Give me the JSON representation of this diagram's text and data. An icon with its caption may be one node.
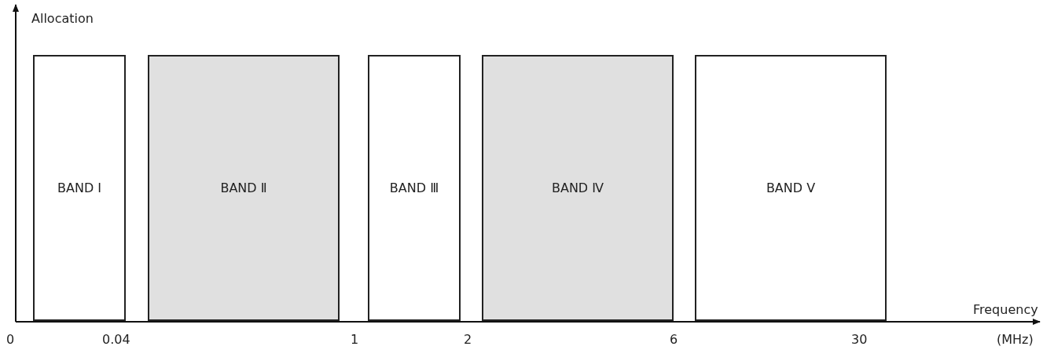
{
  "diagram": {
    "nodes": [
      {
        "text": [
          "BAND Ⅰ"
        ]
      },
      {
        "text": [
          "BAND Ⅱ"
        ]
      },
      {
        "text": [
          "BAND Ⅲ"
        ]
      },
      {
        "text": [
          "BAND Ⅳ"
        ]
      },
      {
        "text": [
          "BAND Ⅴ"
        ]
      }
    ],
    "labels": [
      "Allocation",
      "Frequency",
      "0",
      "0.04",
      "1",
      "2",
      "6",
      "30",
      "(MHz)"
    ]
  }
}
